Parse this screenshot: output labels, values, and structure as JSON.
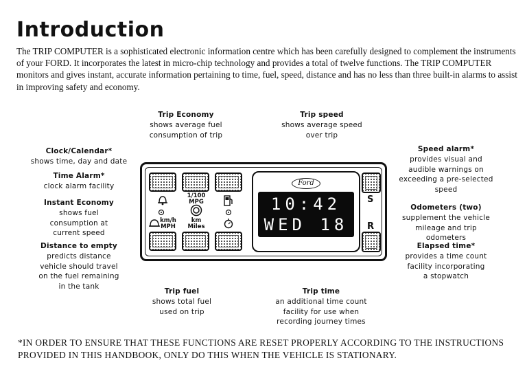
{
  "title": "Introduction",
  "intro": "The TRIP COMPUTER is a sophisticated electronic information centre which has been carefully designed to complement the instruments of your FORD. It incorporates the latest in micro-chip technology and provides a total of twelve functions. The TRIP COMPUTER monitors and gives instant, accurate information pertaining to time, fuel, speed, distance and has no less than three built-in alarms to assist in improving safety and economy.",
  "captions": {
    "trip_economy": {
      "heading": "Trip Economy",
      "lines": [
        "shows average fuel",
        "consumption of trip"
      ]
    },
    "trip_speed": {
      "heading": "Trip speed",
      "lines": [
        "shows average speed",
        "over trip"
      ]
    },
    "clock_calendar": {
      "heading": "Clock/Calendar*",
      "lines": [
        "shows time, day and date"
      ]
    },
    "time_alarm": {
      "heading": "Time Alarm*",
      "lines": [
        "clock alarm facility"
      ]
    },
    "instant_economy": {
      "heading": "Instant Economy",
      "lines": [
        "shows fuel",
        "consumption at",
        "current speed"
      ]
    },
    "distance_to_empty": {
      "heading": "Distance to empty",
      "lines": [
        "predicts distance",
        "vehicle should travel",
        "on the fuel remaining",
        "in the tank"
      ]
    },
    "speed_alarm": {
      "heading": "Speed alarm*",
      "lines": [
        "provides visual and",
        "audible warnings on",
        "exceeding a pre-selected",
        "speed"
      ]
    },
    "odometers": {
      "heading": "Odometers (two)",
      "lines": [
        "supplement the vehicle",
        "mileage and trip odometers"
      ]
    },
    "elapsed_time": {
      "heading": "Elapsed time*",
      "lines": [
        "provides a time count",
        "facility incorporating",
        "a stopwatch"
      ]
    },
    "trip_fuel": {
      "heading": "Trip fuel",
      "lines": [
        "shows total fuel",
        "used on trip"
      ]
    },
    "trip_time": {
      "heading": "Trip time",
      "lines": [
        "an additional time count",
        "facility for use when",
        "recording journey times"
      ]
    }
  },
  "device": {
    "brand": "Ford",
    "time": "10:42",
    "day_date": "WED 18",
    "labels": {
      "mpg_top": "1/100",
      "mpg": "MPG",
      "kmh": "km/h",
      "mph": "MPH",
      "km": "km",
      "miles": "Miles",
      "s": "S",
      "r": "R"
    }
  },
  "footer": "*IN ORDER TO ENSURE THAT THESE FUNCTIONS ARE RESET PROPERLY ACCORDING TO THE INSTRUCTIONS PROVIDED IN THIS HANDBOOK, ONLY DO THIS WHEN THE VEHICLE IS STATIONARY."
}
